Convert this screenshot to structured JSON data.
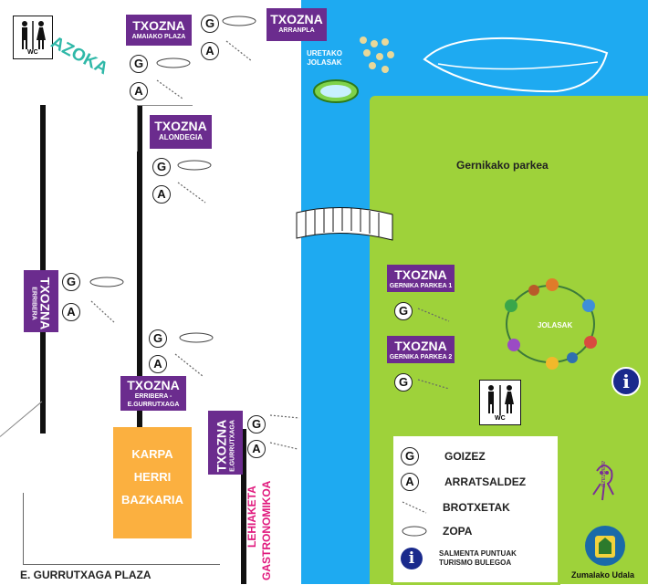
{
  "map": {
    "azoka": "AZOKA",
    "park_title": "Gernikako parkea",
    "uretako_jolasak": [
      "URETAKO",
      "JOLASAK"
    ],
    "jolasak": "JOLASAK",
    "plaza_label": "E. GURRUTXAGA PLAZA",
    "karpa_lines": [
      "KARPA",
      "HERRI",
      "BAZKARIA"
    ],
    "lehiaketa_lines": [
      "LEHIAKETA",
      "GASTRONOMIKOA"
    ],
    "wc_label": "WC",
    "udala": "Zumalako Udala",
    "brand_script": "aranzazu"
  },
  "txoznak": [
    {
      "title": "TXOZNA",
      "sub": "AMAIAKO PLAZA"
    },
    {
      "title": "TXOZNA",
      "sub": "ARRANPLA"
    },
    {
      "title": "TXOZNA",
      "sub": "ALONDEGIA"
    },
    {
      "title": "TXOZNA",
      "sub": "ERRIBERA"
    },
    {
      "title": "TXOZNA",
      "sub": "ERRIBERA - E.GURRUTXAGA"
    },
    {
      "title": "TXOZNA",
      "sub": "E.GURRUTXAGA"
    },
    {
      "title": "TXOZNA",
      "sub": "GERNIKA PARKEA 1"
    },
    {
      "title": "TXOZNA",
      "sub": "GERNIKA PARKEA 2"
    }
  ],
  "markers": {
    "g": "G",
    "a": "A",
    "i": "i"
  },
  "legend": {
    "goizez": "GOIZEZ",
    "arratsaldez": "ARRATSALDEZ",
    "brotxetak": "BROTXETAK",
    "zopa": "ZOPA",
    "salmenta_1": "SALMENTA PUNTUAK",
    "salmenta_2": "TURISMO BULEGOA"
  },
  "colors": {
    "water": "#1eaaf1",
    "park": "#9ed23a",
    "txozna": "#6b2c8e",
    "karpa": "#fbb040",
    "lehiaketa": "#e0197d",
    "azoka": "#2fb8a8"
  }
}
